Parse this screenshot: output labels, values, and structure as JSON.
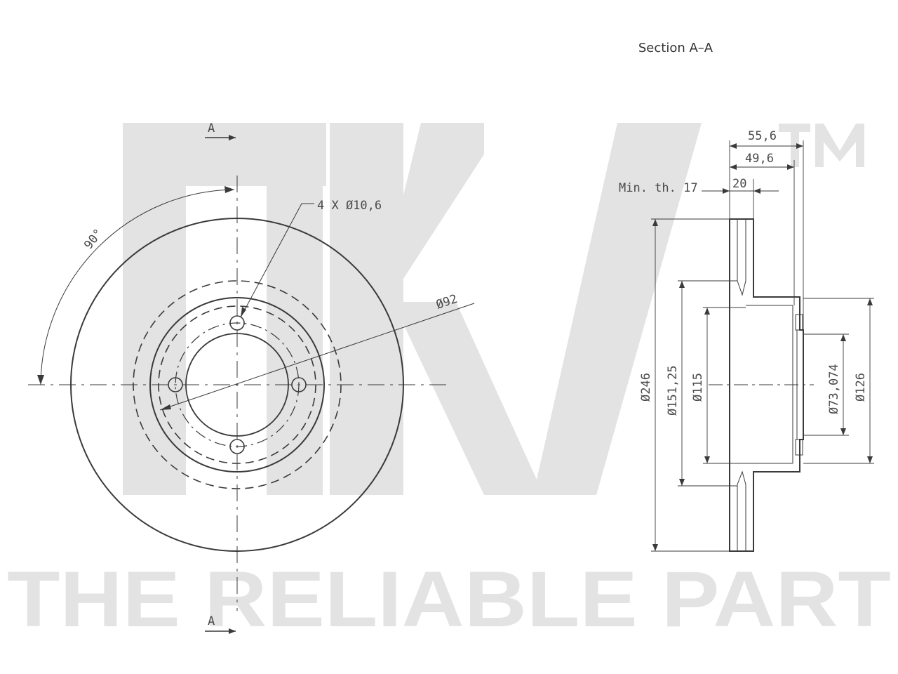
{
  "section_title": "Section A–A",
  "watermark": {
    "logo": "NK",
    "tm": "TM",
    "slogan": "THE RELIABLE PART",
    "color": "#e3e3e3"
  },
  "front_view": {
    "section_marker_top": "A",
    "section_marker_bottom": "A",
    "angle_label": "90°",
    "bolt_holes_label": "4 X Ø10,6",
    "pcd_label": "Ø92"
  },
  "section_view": {
    "min_thickness_label": "Min. th. 17",
    "dim_overall_height": "55,6",
    "dim_hat_height": "49,6",
    "dim_thickness": "20",
    "dim_outer_diameter": "Ø246",
    "dim_friction_inner": "Ø151,25",
    "dim_hat_outer": "Ø115",
    "dim_center_bore": "Ø73,074",
    "dim_hat_inner": "Ø126"
  },
  "colors": {
    "line": "#3a3a3a",
    "text": "#4a4a4a",
    "watermark": "#e3e3e3"
  }
}
